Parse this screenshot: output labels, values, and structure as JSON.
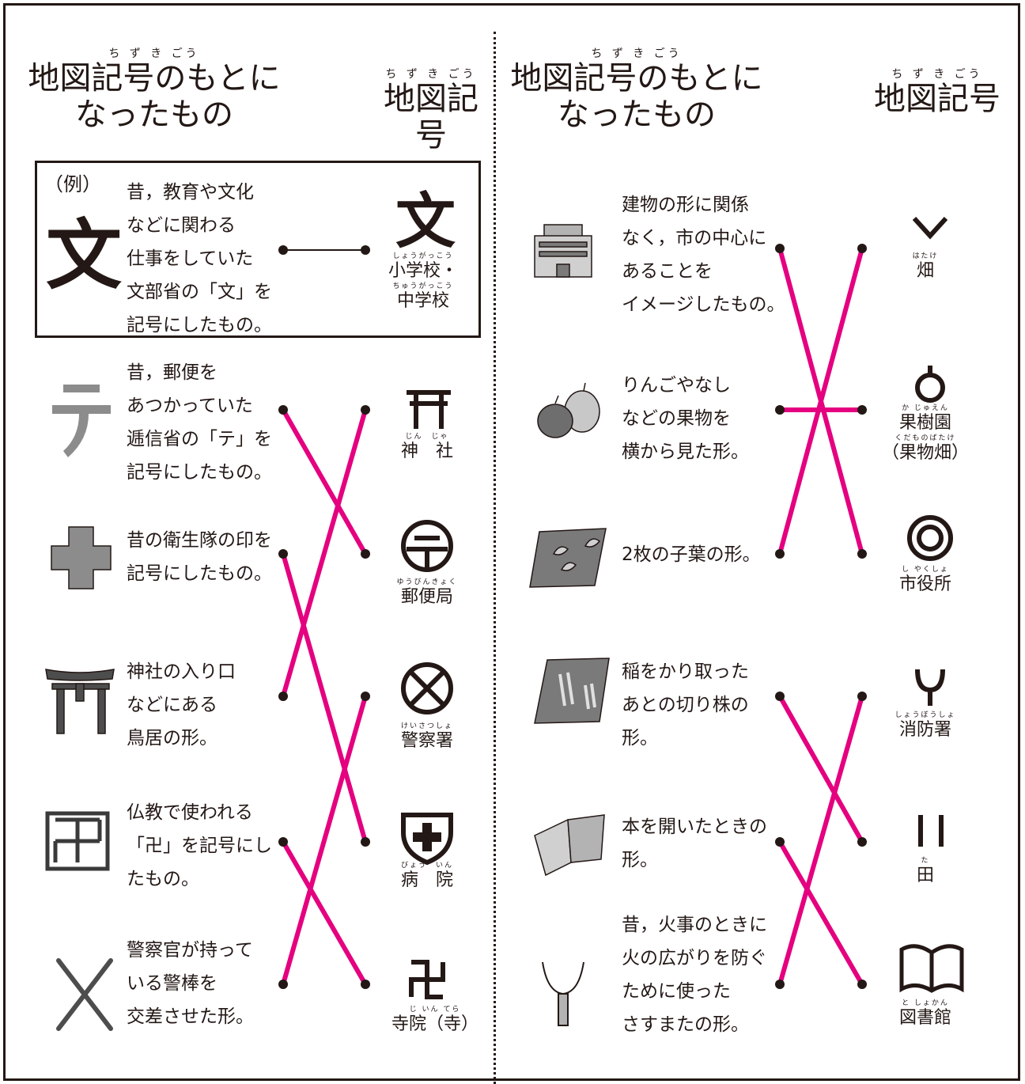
{
  "headers": {
    "origin_ruby": "ち ず き ごう",
    "origin_line1": "地図記号のもとに",
    "origin_line2": "なったもの",
    "symbol_ruby": "ち ず き ごう",
    "symbol_title": "地図記号"
  },
  "example": {
    "label": "（例）",
    "desc": "昔，教育や文化\nなどに関わる\n仕事をしていた\n文部省の「文」を\n記号にしたもの。",
    "origin_glyph": "文",
    "symbol_glyph": "文",
    "symbol_ruby1": "しょうがっこう",
    "symbol_line1": "小学校・",
    "symbol_ruby2": "ちゅうがっこう",
    "symbol_line2": "中学校"
  },
  "left": {
    "origins": [
      {
        "desc": "昔，郵便を\nあつかっていた\n逓信省の「テ」を\n記号にしたもの。"
      },
      {
        "desc": "昔の衛生隊の印を\n記号にしたもの。"
      },
      {
        "desc": "神社の入り口\nなどにある\n鳥居の形。"
      },
      {
        "desc": "仏教で使われる\n「卍」を記号にし\nたもの。"
      },
      {
        "desc": "警察官が持って\nいる警棒を\n交差させた形。"
      }
    ],
    "symbols": [
      {
        "ruby": "じん　じゃ",
        "name": "神　社"
      },
      {
        "ruby": "ゆうびんきょく",
        "name": "郵便局"
      },
      {
        "ruby": "けいさつしょ",
        "name": "警察署"
      },
      {
        "ruby": "びょう　いん",
        "name": "病　院"
      },
      {
        "ruby": "じ いん てら",
        "name": "寺院（寺）"
      }
    ]
  },
  "right": {
    "origins": [
      {
        "desc": "建物の形に関係\nなく，市の中心に\nあることを\nイメージしたもの。"
      },
      {
        "desc": "りんごやなし\nなどの果物を\n横から見た形。"
      },
      {
        "desc": "2枚の子葉の形。"
      },
      {
        "desc": "稲をかり取った\nあとの切り株の\n形。"
      },
      {
        "desc": "本を開いたときの\n形。"
      },
      {
        "desc": "昔，火事のときに\n火の広がりを防ぐ\nために使った\nさすまたの形。"
      }
    ],
    "symbols": [
      {
        "ruby": "はたけ",
        "name": "畑",
        "name2": ""
      },
      {
        "ruby": "か じゅえん",
        "name": "果樹園",
        "ruby2": "くだものばたけ",
        "name2": "（果物畑）"
      },
      {
        "ruby": "し やくしょ",
        "name": "市役所",
        "name2": ""
      },
      {
        "ruby": "しょうぼうしょ",
        "name": "消防署",
        "name2": ""
      },
      {
        "ruby": "た",
        "name": "田",
        "name2": ""
      },
      {
        "ruby": "と しょかん",
        "name": "図書館",
        "name2": ""
      }
    ]
  },
  "colors": {
    "ink": "#231815",
    "answer_line": "#e4007f",
    "gray": "#8c8c8c"
  }
}
